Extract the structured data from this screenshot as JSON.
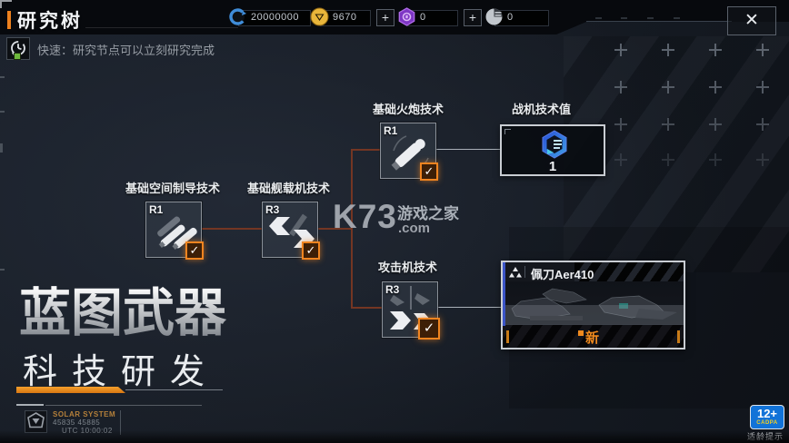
{
  "colors": {
    "accent_orange": "#ed811e",
    "link_orange": "#743623",
    "link_gray": "#a9b0b8",
    "tech_blue": "#2f62d8",
    "new_badge_orange": "#f08a1e",
    "age_badge_blue": "#1273d8"
  },
  "header": {
    "title": "研究树",
    "close_glyph": "✕",
    "currencies": [
      {
        "name": "research-points",
        "icon": "blue-ring-icon",
        "value": "20000000"
      },
      {
        "name": "gold",
        "icon": "gold-triangle-icon",
        "value": "9670",
        "plus_glyph": "+"
      },
      {
        "name": "purple-tokens",
        "icon": "purple-hex-icon",
        "value": "0",
        "plus_glyph": "+"
      },
      {
        "name": "phase-coins",
        "icon": "gray-disc-icon",
        "value": "0"
      }
    ]
  },
  "tip": {
    "icon": "timer-icon",
    "label": "快速：研究节点可以立刻研究完成"
  },
  "tree": {
    "check_glyph": "✓",
    "nodes": [
      {
        "rank": "R1",
        "label": "基础空间制导技术",
        "icon": "missiles-icon",
        "completed": true
      },
      {
        "rank": "R3",
        "label": "基础舰载机技术",
        "icon": "carrier-aircraft-icon",
        "completed": true
      },
      {
        "rank": "R1",
        "label": "基础火炮技术",
        "icon": "artillery-shell-icon",
        "completed": true
      },
      {
        "rank": "R3",
        "label": "攻击机技术",
        "icon": "attack-aircraft-icon",
        "completed": true
      }
    ],
    "tech_value": {
      "label": "战机技术值",
      "icon": "tech-hexagon-icon",
      "value": "1"
    },
    "reward_card": {
      "label": "佩刀Aer410",
      "icon": "faction-triangles-icon",
      "badge": "新"
    }
  },
  "hero": {
    "title": "蓝图武器",
    "subtitle": "科技研发"
  },
  "watermark": {
    "main": "K73",
    "site": "游戏之家",
    "domain": ".com"
  },
  "location": {
    "system": "SOLAR SYSTEM",
    "coords": "45835  45885",
    "time": "UTC 10:00:02"
  },
  "age_rating": {
    "value": "12+",
    "org": "CADPA",
    "label": "适龄提示"
  }
}
